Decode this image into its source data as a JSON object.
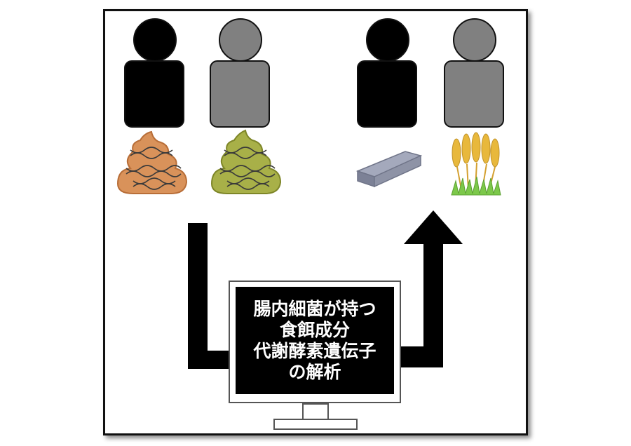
{
  "colors": {
    "person_black": "#000000",
    "person_gray": "#808080",
    "stool_brown": "#d9925a",
    "stool_olive": "#a8b048",
    "tofu_gray": "#8e93a6",
    "wheat_gold": "#e8b83c",
    "grass_green": "#7cc84a",
    "arrow": "#000000",
    "screen": "#000000"
  },
  "icons": {
    "person_1": "person-silhouette-icon",
    "person_2": "person-silhouette-icon",
    "person_3": "person-silhouette-icon",
    "person_4": "person-silhouette-icon",
    "stool_1": "stool-with-dna-icon",
    "stool_2": "stool-with-dna-icon",
    "food_1": "tofu-block-icon",
    "food_2": "wheat-icon",
    "computer": "monitor-icon"
  },
  "monitor": {
    "lines": [
      "腸内細菌が持つ",
      "食餌成分",
      "代謝酵素遺伝子",
      "の解析"
    ]
  }
}
